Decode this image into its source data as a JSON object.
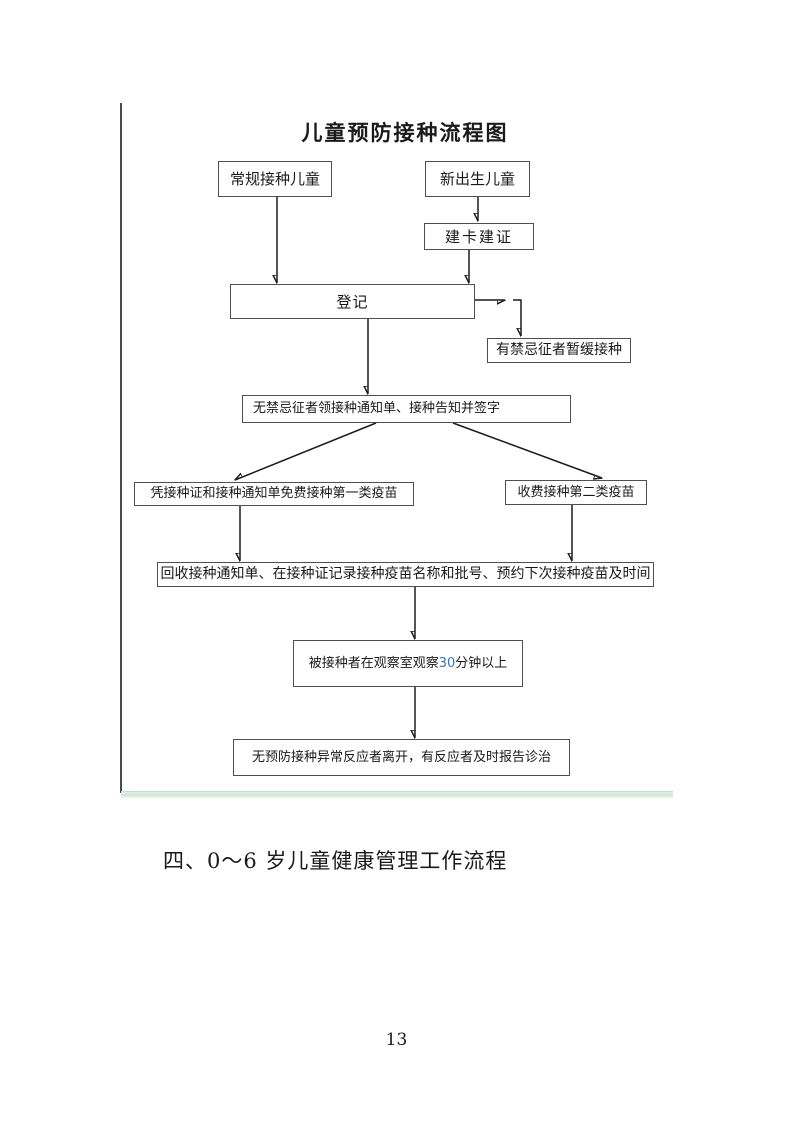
{
  "page": {
    "section_heading": "四、0～6 岁儿童健康管理工作流程",
    "page_number": "13"
  },
  "flowchart": {
    "title": "儿童预防接种流程图",
    "nodes": {
      "regular": "常规接种儿童",
      "newborn": "新出生儿童",
      "card": "建卡建证",
      "register": "登记",
      "contraindicated": "有禁忌征者暂缓接种",
      "notice": "无禁忌征者领接种通知单、接种告知并签字",
      "free": "凭接种证和接种通知单免费接种第一类疫苗",
      "paid": "收费接种第二类疫苗",
      "recycle": "回收接种通知单、在接种证记录接种疫苗名称和批号、预约下次接种疫苗及时间",
      "observe": {
        "pre": "被接种者在观察室观察 ",
        "num": "30",
        "post": " 分钟以上"
      },
      "leave": "无预防接种异常反应者离开，有反应者及时报告诊治"
    },
    "edges": [
      {
        "from": "regular",
        "to": "register"
      },
      {
        "from": "newborn",
        "to": "card"
      },
      {
        "from": "card",
        "to": "register"
      },
      {
        "from": "register",
        "to": "contraindicated"
      },
      {
        "from": "register",
        "to": "notice"
      },
      {
        "from": "notice",
        "to": "free"
      },
      {
        "from": "notice",
        "to": "paid"
      },
      {
        "from": "free",
        "to": "recycle"
      },
      {
        "from": "paid",
        "to": "recycle"
      },
      {
        "from": "recycle",
        "to": "observe"
      },
      {
        "from": "observe",
        "to": "leave"
      }
    ],
    "colors": {
      "highlight_blue": "#3f6fbf",
      "bottom_bar_green": "#d3e5d5",
      "border_gray": "#4f4f4f"
    }
  }
}
